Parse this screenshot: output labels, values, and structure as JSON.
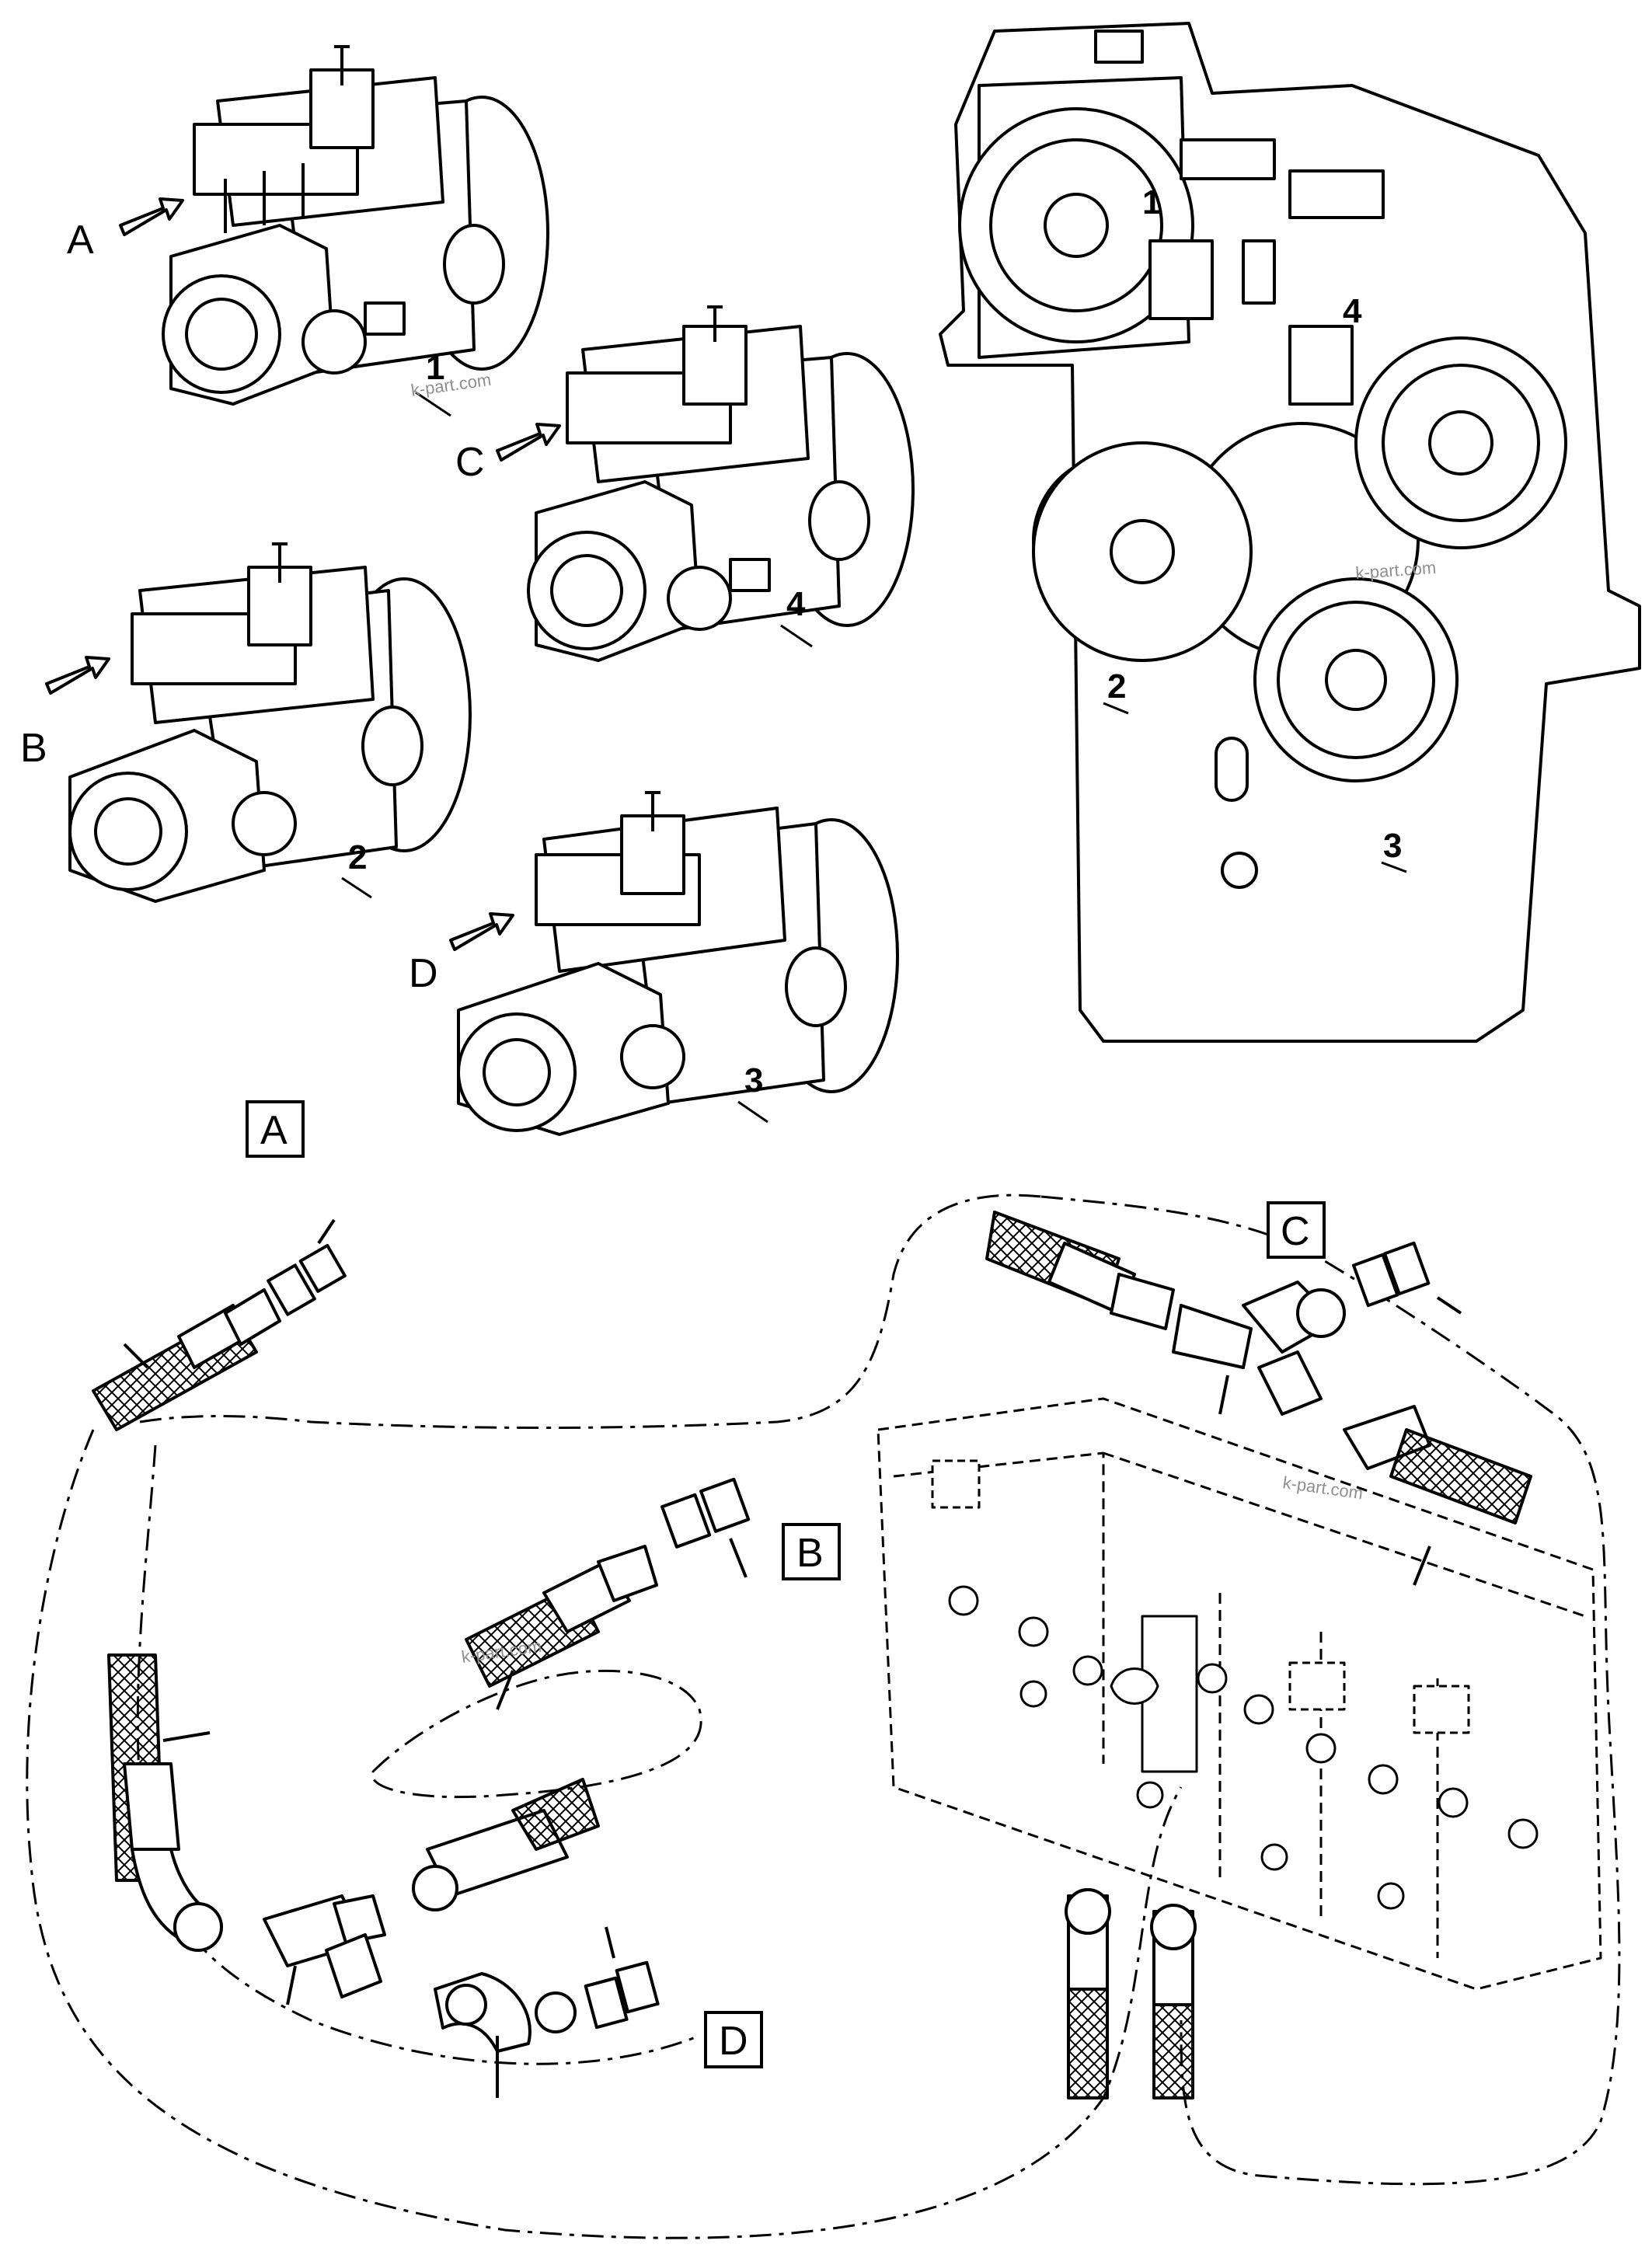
{
  "watermark": "k-part.com",
  "pumps": [
    {
      "letter": "A",
      "number": "1"
    },
    {
      "letter": "B",
      "number": "2"
    },
    {
      "letter": "C",
      "number": "4"
    },
    {
      "letter": "D",
      "number": "3"
    }
  ],
  "gearbox_ports": [
    "1",
    "2",
    "3",
    "4"
  ],
  "boxed_labels": {
    "a": "A",
    "b": "B",
    "c": "C",
    "d": "D"
  }
}
